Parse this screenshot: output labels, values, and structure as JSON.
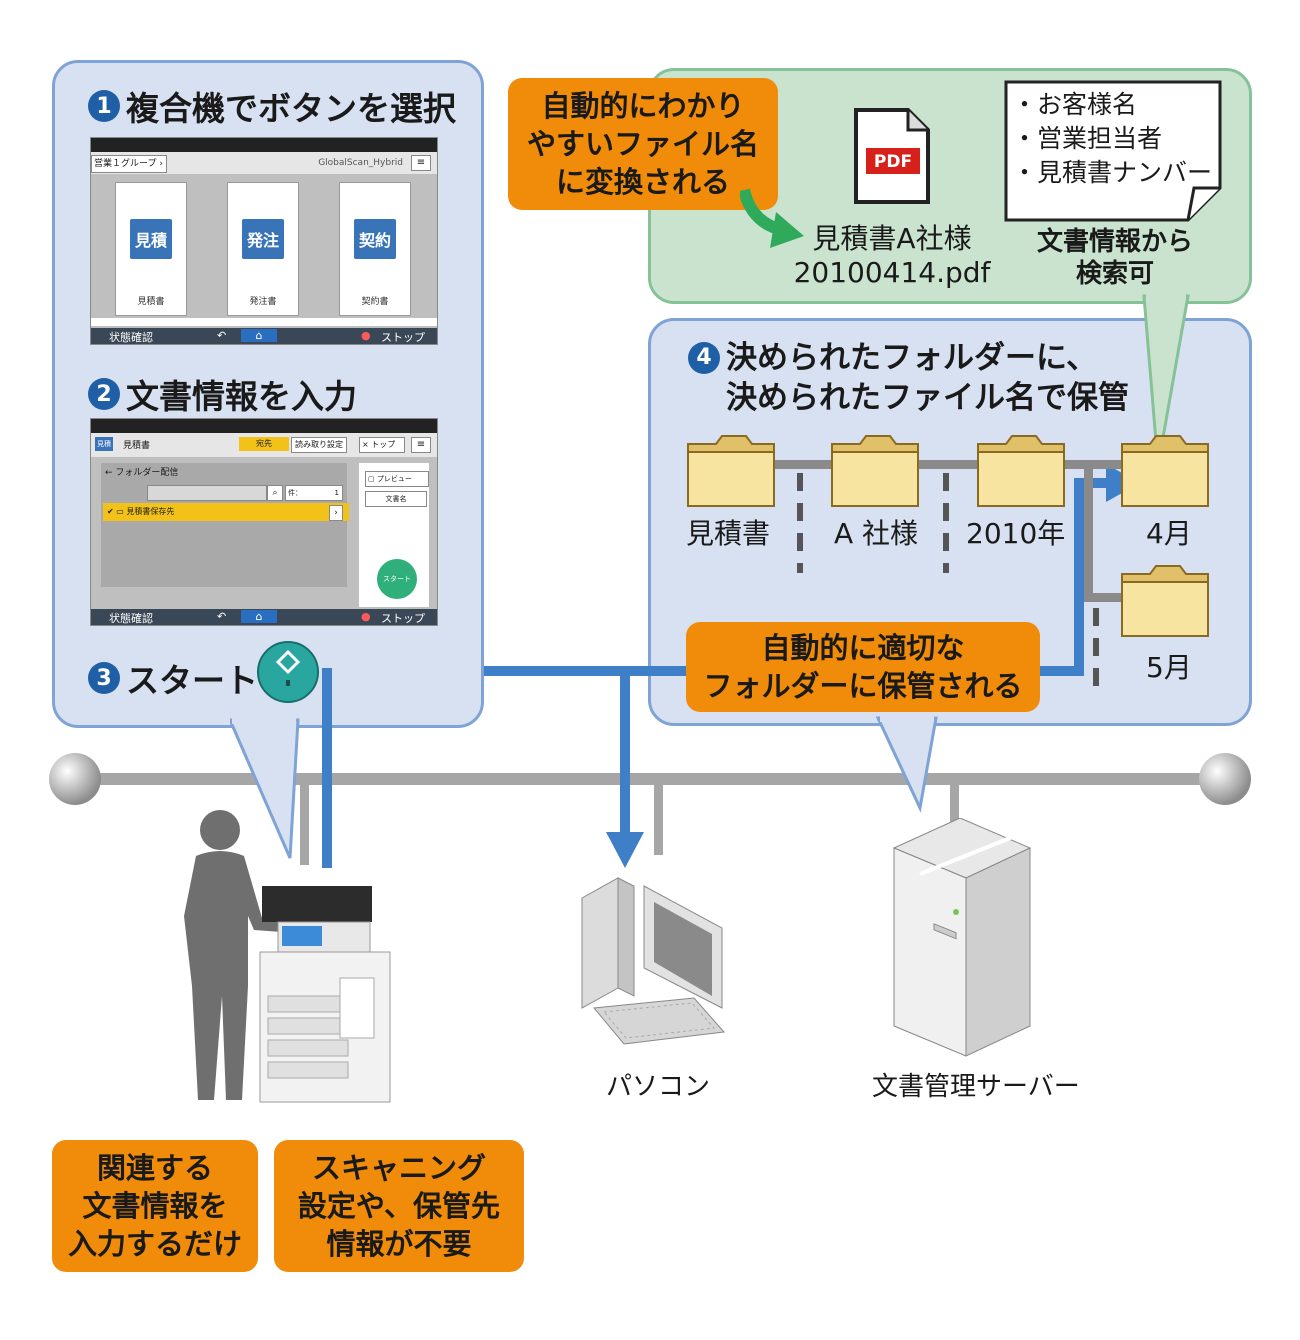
{
  "steps": {
    "s1": {
      "num": "1",
      "title": "複合機でボタンを選択"
    },
    "s2": {
      "num": "2",
      "title": "文書情報を入力"
    },
    "s3": {
      "num": "3",
      "title": "スタート"
    },
    "s4": {
      "num": "4",
      "line1": "決められたフォルダーに、",
      "line2": "決められたファイル名で保管"
    }
  },
  "screen1": {
    "group": "営業１グループ",
    "app": "GlobalScan_Hybrid",
    "cards": [
      {
        "icon": "見積",
        "caption": "見積書"
      },
      {
        "icon": "発注",
        "caption": "発注書"
      },
      {
        "icon": "契約",
        "caption": "契約書"
      }
    ],
    "bottom": {
      "status": "状態確認",
      "stop": "ストップ"
    }
  },
  "screen2": {
    "doc_icon": "見積",
    "doc": "見積書",
    "tab_dest": "宛先",
    "tab_read": "読み取り設定",
    "top_btn": "トップ",
    "path": "フォルダー配信",
    "count_label": "件：",
    "count": "1",
    "item": "見積書保存先",
    "preview": "プレビュー",
    "docname": "文書名",
    "start": "スタート",
    "bottom": {
      "status": "状態確認",
      "stop": "ストップ"
    }
  },
  "callouts": {
    "rename": [
      "自動的にわかり",
      "やすいファイル名",
      "に変換される"
    ],
    "auto_store": [
      "自動的に適切な",
      "フォルダーに保管される"
    ],
    "input_only": [
      "関連する",
      "文書情報を",
      "入力するだけ"
    ],
    "no_setting": [
      "スキャニング",
      "設定や、保管先",
      "情報が不要"
    ]
  },
  "pdf": {
    "badge": "PDF",
    "line1": "見積書A社様",
    "line2": "20100414.pdf"
  },
  "note": {
    "items": [
      "・お客様名",
      "・営業担当者",
      "・見積書ナンバー"
    ]
  },
  "search": [
    "文書情報から",
    "検索可"
  ],
  "folders": [
    "見積書",
    "A 社様",
    "2010年",
    "4月",
    "5月"
  ],
  "devices": {
    "pc": "パソコン",
    "server": "文書管理サーバー"
  },
  "colors": {
    "orange": "#f08c0a",
    "blue_panel": "#d7e1f1",
    "green_panel": "#c9e3cf",
    "arrow_blue": "#3f7fc8",
    "green_arrow": "#2eaa5a"
  }
}
